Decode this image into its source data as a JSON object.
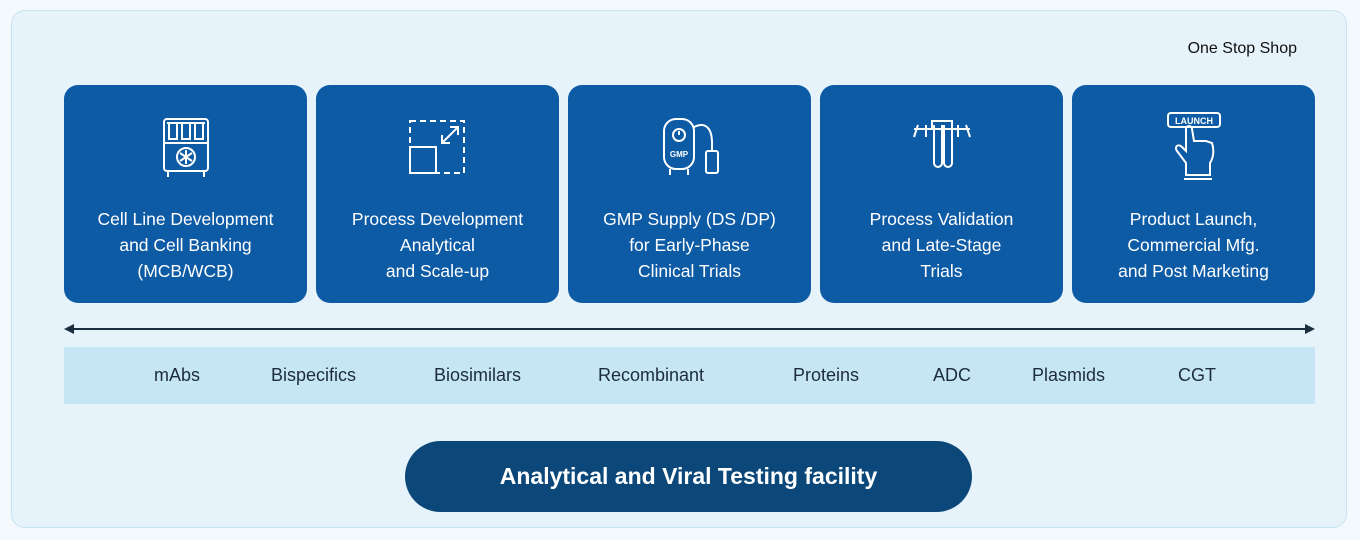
{
  "tagline": "One Stop Shop",
  "stages": [
    {
      "label": "Cell Line Development\nand Cell Banking\n(MCB/WCB)",
      "icon": "freezer-vials-icon"
    },
    {
      "label": "Process Development\nAnalytical\nand Scale-up",
      "icon": "scale-up-icon"
    },
    {
      "label": "GMP Supply (DS /DP)\nfor Early-Phase\nClinical Trials",
      "icon": "gmp-bag-icon",
      "icon_text": "GMP"
    },
    {
      "label": "Process Validation\nand Late-Stage\nTrials",
      "icon": "test-tubes-icon"
    },
    {
      "label": "Product Launch,\nCommercial Mfg.\nand Post Marketing",
      "icon": "launch-button-icon",
      "icon_text": "LAUNCH"
    }
  ],
  "products": [
    "mAbs",
    "Bispecifics",
    "Biosimilars",
    "Recombinant",
    "Proteins",
    "ADC",
    "Plasmids",
    "CGT"
  ],
  "facility_label": "Analytical and Viral Testing facility",
  "colors": {
    "stage_bg": "#0d5aa5",
    "panel_bg": "#e7f3fa",
    "products_bg": "#c6e6f6",
    "facility_bg": "#0b4778"
  }
}
